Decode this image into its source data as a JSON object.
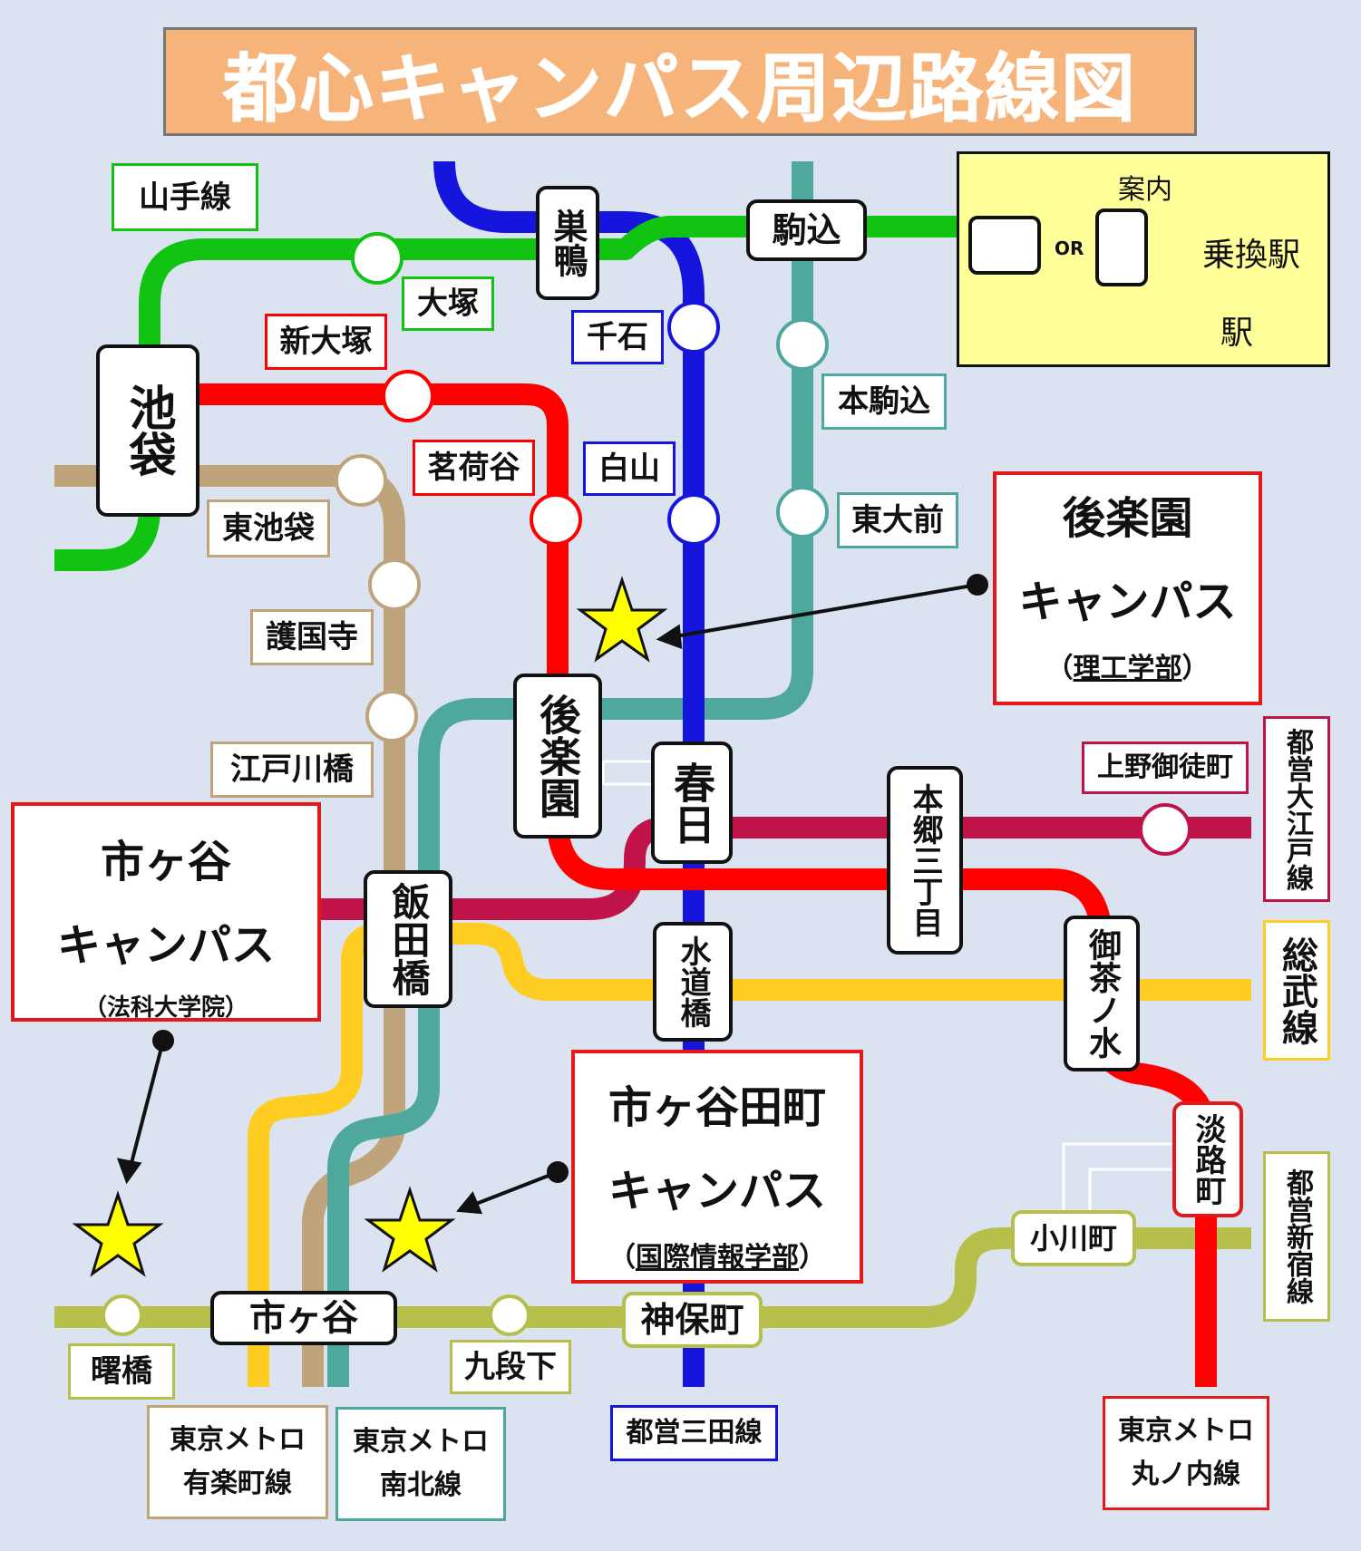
{
  "title": "都心キャンパス周辺路線図",
  "legend": {
    "heading": "案内",
    "or": "OR",
    "transfer": "乗換駅",
    "station": "駅"
  },
  "lines": {
    "yamanote": {
      "name": "山手線",
      "color": "#11c411"
    },
    "marunouchi": {
      "name": "東京メトロ\n丸ノ内線",
      "color": "#ff0000"
    },
    "mita": {
      "name": "都営三田線",
      "color": "#1515dd"
    },
    "namboku": {
      "name": "東京メトロ\n南北線",
      "color": "#4fa89e"
    },
    "yurakucho": {
      "name": "東京メトロ\n有楽町線",
      "color": "#bfa37a"
    },
    "oedo": {
      "name": "都営大江戸線",
      "color": "#c0134a"
    },
    "sobu": {
      "name": "総武線",
      "color": "#ffcc22"
    },
    "shinjuku": {
      "name": "都営新宿線",
      "color": "#b5bf4a"
    }
  },
  "transfer_stations": {
    "ikebukuro": "池袋",
    "sugamo": "巣鴨",
    "komagome": "駒込",
    "korakuen": "後楽園",
    "kasuga": "春日",
    "hongo": "本郷三丁目",
    "iidabashi": "飯田橋",
    "suidobashi": "水道橋",
    "ochanomizu": "御茶ノ水",
    "awajicho": "淡路町",
    "ogawamachi": "小川町",
    "ichigaya": "市ヶ谷",
    "jimbocho": "神保町"
  },
  "stations": {
    "otsuka": "大塚",
    "shinotsuka": "新大塚",
    "myogadani": "茗荷谷",
    "sengoku": "千石",
    "hakusan": "白山",
    "honkomagome": "本駒込",
    "todaimae": "東大前",
    "higashiikebukuro": "東池袋",
    "gokokuji": "護国寺",
    "edogawabashi": "江戸川橋",
    "uenookachimachi": "上野御徒町",
    "akebonobashi": "曙橋",
    "kudanshita": "九段下"
  },
  "campuses": {
    "korakuen": {
      "name": "後楽園",
      "sub": "キャンパス",
      "faculty": "理工学部"
    },
    "ichigaya": {
      "name": "市ヶ谷",
      "sub": "キャンパス",
      "faculty": "法科大学院"
    },
    "tamachi": {
      "name": "市ヶ谷田町",
      "sub": "キャンパス",
      "faculty": "国際情報学部"
    }
  },
  "colors": {
    "background": "#dce3f0",
    "title_bg": "#f7b47a",
    "legend_bg": "#ffff99",
    "campus_border": "#e41818",
    "star": "#ffff00"
  }
}
